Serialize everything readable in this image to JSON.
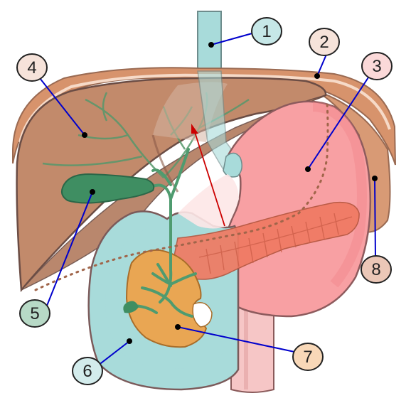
{
  "callouts": [
    {
      "id": "1",
      "label": "1",
      "fill": "#c6e7e7"
    },
    {
      "id": "2",
      "label": "2",
      "fill": "#f6e3da"
    },
    {
      "id": "3",
      "label": "3",
      "fill": "#fbd9d9"
    },
    {
      "id": "4",
      "label": "4",
      "fill": "#f6e3da"
    },
    {
      "id": "5",
      "label": "5",
      "fill": "#b7d9c6"
    },
    {
      "id": "6",
      "label": "6",
      "fill": "#d3ecec"
    },
    {
      "id": "7",
      "label": "7",
      "fill": "#f8d8b8"
    },
    {
      "id": "8",
      "label": "8",
      "fill": "#ebc7b7"
    }
  ],
  "colors": {
    "liver": "#c28a6b",
    "liver_edge": "#6b4d45",
    "diaphragm": "#d7936c",
    "stomach": "#f8a0a3",
    "pancreas": "#f07a62",
    "duodenum": "#a8dbda",
    "esophagus": "#a8dbda",
    "gallbladder": "#3f8e62",
    "bile_ducts": "#4f9b6f",
    "pancreatic_head": "#e9a653",
    "aorta": "#f6c6c6",
    "leader_line": "#0000cc",
    "arrow": "#cc0000",
    "dotted_outline": "#a0654a"
  }
}
